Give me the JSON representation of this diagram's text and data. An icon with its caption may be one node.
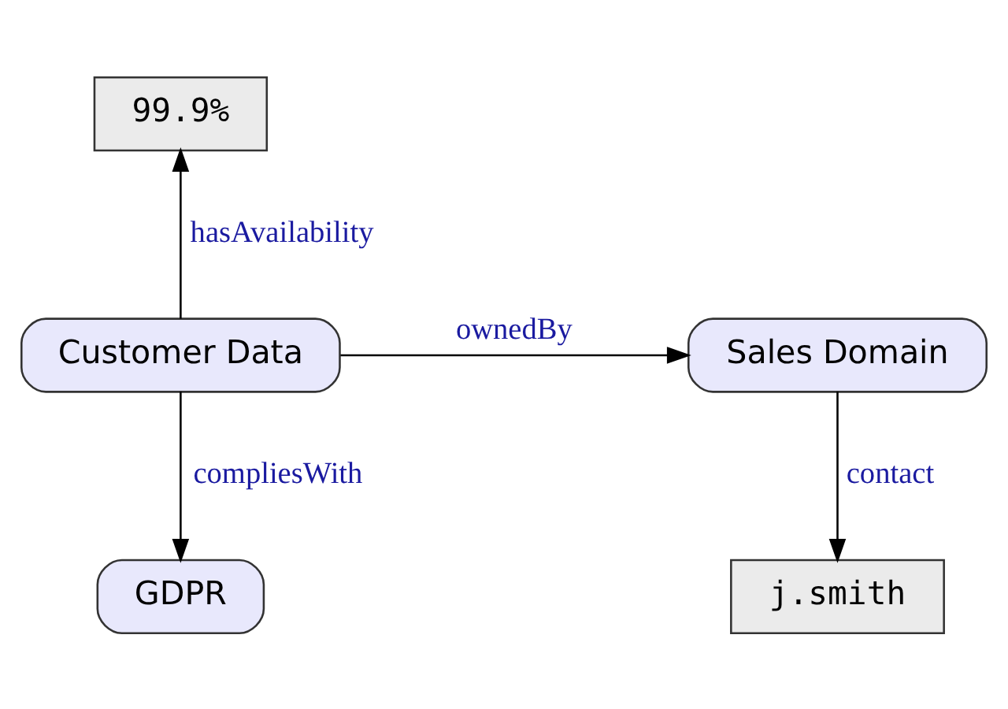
{
  "diagram": {
    "nodes": [
      {
        "text": [
          "Customer Data"
        ]
      },
      {
        "text": [
          "99.9%"
        ]
      },
      {
        "text": [
          "Sales Domain"
        ]
      },
      {
        "text": [
          "GDPR"
        ]
      },
      {
        "text": [
          "j.smith"
        ]
      }
    ],
    "edges": [
      {
        "from": 0,
        "to": 1,
        "arrow": "to",
        "label": "hasAvailability"
      },
      {
        "from": 0,
        "to": 2,
        "arrow": "to",
        "label": "ownedBy"
      },
      {
        "from": 0,
        "to": 3,
        "arrow": "to",
        "label": "compliesWith"
      },
      {
        "from": 2,
        "to": 4,
        "arrow": "to",
        "label": "contact"
      }
    ]
  }
}
